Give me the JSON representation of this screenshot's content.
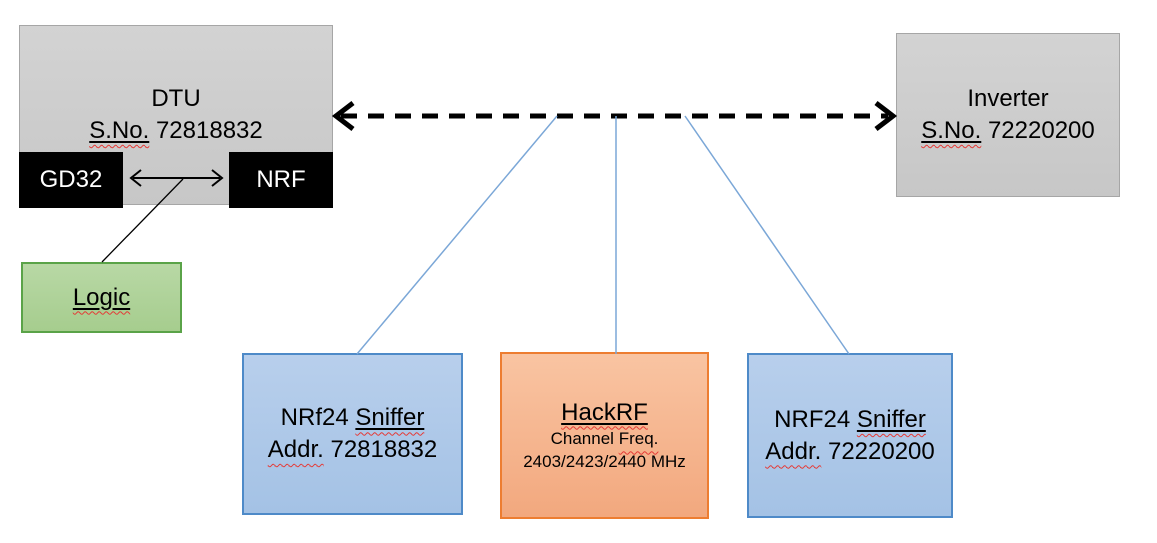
{
  "diagram": {
    "nodes": {
      "dtu": {
        "title": "DTU",
        "serial_label": "S.No.",
        "serial_number": "72818832"
      },
      "gd32": {
        "label": "GD32"
      },
      "nrf": {
        "label": "NRF"
      },
      "logic": {
        "label": "Logic"
      },
      "inverter": {
        "title": "Inverter",
        "serial_label": "S.No.",
        "serial_number": "72220200"
      },
      "sniffer_left": {
        "title_prefix": "NRf24",
        "title_word": "Sniffer",
        "addr_label": "Addr.",
        "addr_value": "72818832"
      },
      "hackrf": {
        "title": "HackRF",
        "subtitle_prefix": "Channel",
        "subtitle_word": "Freq.",
        "frequencies": "2403/2423/2440 MHz"
      },
      "sniffer_right": {
        "title_prefix": "NRF24",
        "title_word": "Sniffer",
        "addr_label": "Addr.",
        "addr_value": "72220200"
      }
    },
    "colors": {
      "gray_fill": "#CDCDCD",
      "gray_border": "#A6A6A6",
      "blue_fill": "#AEC9E9",
      "blue_border": "#4E8AC8",
      "orange_fill": "#F5B083",
      "orange_border": "#ED7D31",
      "green_fill": "#ACD194",
      "green_border": "#5AA348",
      "chip_black": "#000000",
      "arrow_black": "#000000",
      "connector_blue": "#7BA7D7",
      "squiggle_red": "#E53935"
    }
  }
}
